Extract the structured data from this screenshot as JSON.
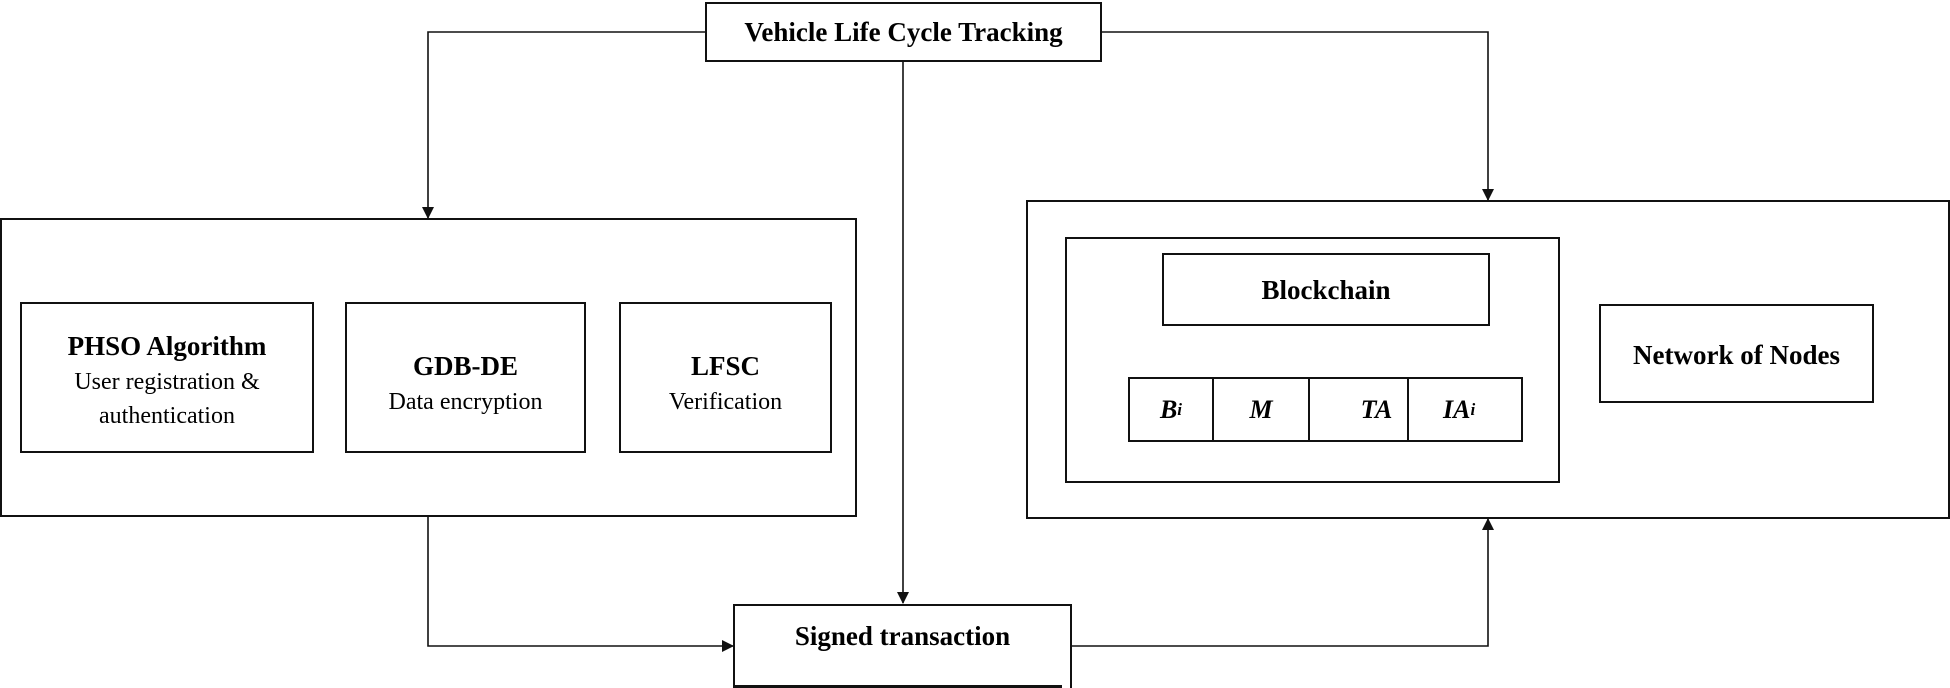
{
  "top": {
    "label": "Vehicle Life Cycle Tracking"
  },
  "left_panel": {
    "phso": {
      "title": "PHSO Algorithm",
      "line1": "User registration &",
      "line2": "authentication"
    },
    "gdb": {
      "title": "GDB-DE",
      "subtitle": "Data encryption"
    },
    "lfsc": {
      "title": "LFSC",
      "subtitle": "Verification"
    }
  },
  "right_panel": {
    "blockchain": "Blockchain",
    "cells": [
      {
        "base": "B",
        "sub": "i"
      },
      {
        "base": "M",
        "sub": ""
      },
      {
        "base": "TA",
        "sub": ""
      },
      {
        "base": "IA",
        "sub": "i"
      }
    ],
    "network": "Network of Nodes"
  },
  "bottom": {
    "label": "Signed transaction"
  }
}
